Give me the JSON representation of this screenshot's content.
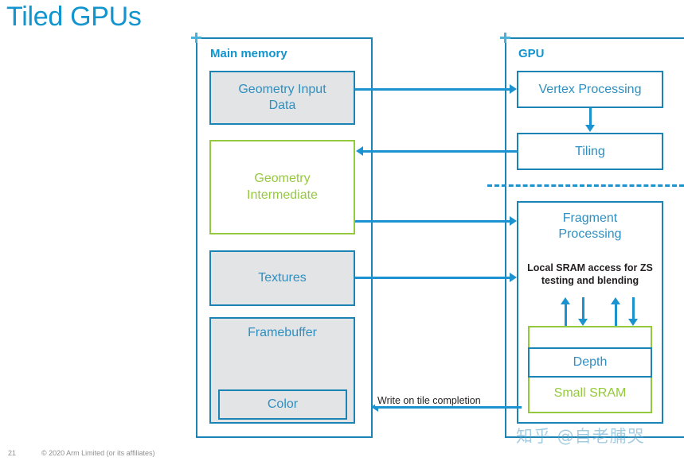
{
  "slide": {
    "title": "Tiled GPUs",
    "number": "21",
    "copyright": "© 2020 Arm Limited (or its affiliates)",
    "watermark": "知乎 @自老脯哭"
  },
  "main_memory": {
    "label": "Main memory",
    "blocks": [
      {
        "name": "geometry-input-data",
        "label": "Geometry Input Data"
      },
      {
        "name": "geometry-intermediate",
        "label": "Geometry Intermediate"
      },
      {
        "name": "textures",
        "label": "Textures"
      },
      {
        "name": "framebuffer",
        "label": "Framebuffer"
      },
      {
        "name": "color",
        "label": "Color"
      }
    ]
  },
  "gpu": {
    "label": "GPU",
    "blocks": [
      {
        "name": "vertex-processing",
        "label": "Vertex Processing"
      },
      {
        "name": "tiling",
        "label": "Tiling"
      },
      {
        "name": "fragment-processing",
        "label": "Fragment Processing"
      },
      {
        "name": "small-sram",
        "label": "Small SRAM"
      },
      {
        "name": "depth",
        "label": "Depth"
      }
    ],
    "sram_note": "Local SRAM access for ZS testing and blending"
  },
  "connectors": {
    "write_on_tile_completion": "Write on tile completion"
  },
  "colors": {
    "brand_blue": "#1295ce",
    "box_blue": "#1b84b5",
    "line_blue": "#1b93d1",
    "text_blue": "#2e8fc0",
    "green": "#95c93d",
    "block_fill": "#e3e4e6",
    "footer_gray": "#8f8f8f"
  }
}
